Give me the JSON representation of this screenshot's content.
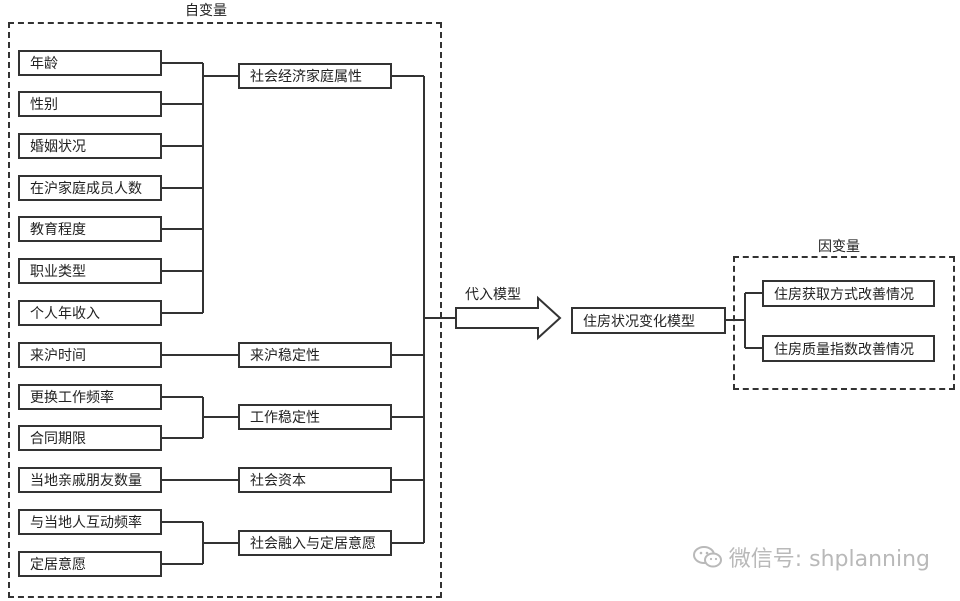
{
  "independent_label": "自变量",
  "dependent_label": "因变量",
  "arrow_label": "代入模型",
  "model_label": "住房状况变化模型",
  "variables": [
    "年龄",
    "性别",
    "婚姻状况",
    "在沪家庭成员人数",
    "教育程度",
    "职业类型",
    "个人年收入",
    "来沪时间",
    "更换工作频率",
    "合同期限",
    "当地亲戚朋友数量",
    "与当地人互动频率",
    "定居意愿"
  ],
  "categories": [
    "社会经济家庭属性",
    "来沪稳定性",
    "工作稳定性",
    "社会资本",
    "社会融入与定居意愿"
  ],
  "outcomes": [
    "住房获取方式改善情况",
    "住房质量指数改善情况"
  ],
  "watermark_text": "微信号: shplanning",
  "watermark_icon": "wechat-icon"
}
